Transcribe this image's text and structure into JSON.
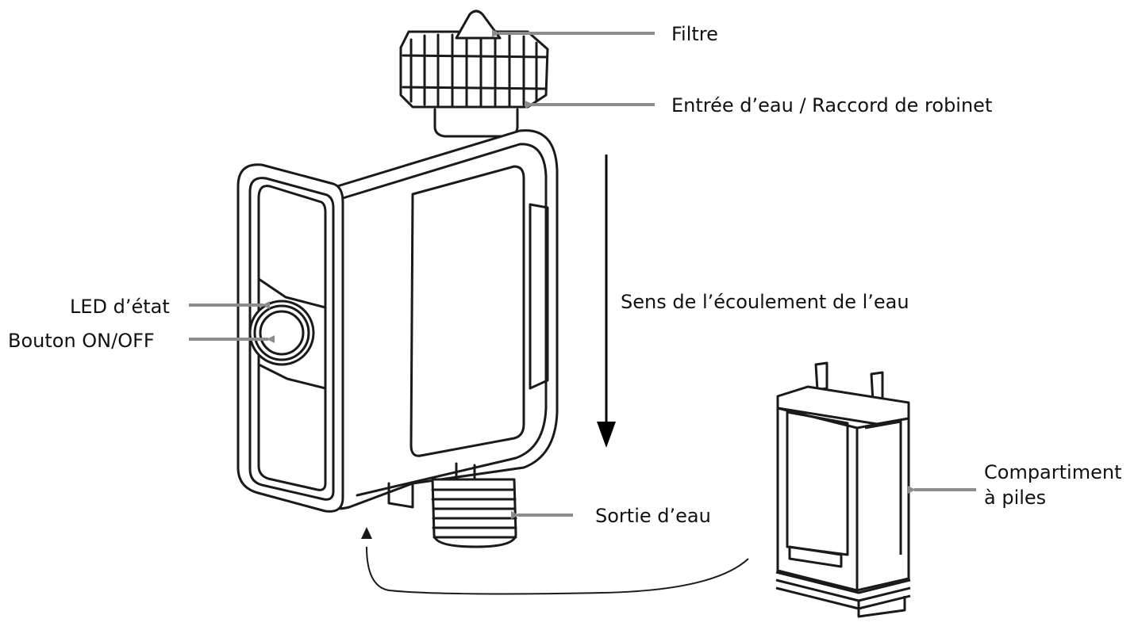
{
  "labels": {
    "filter": "Filtre",
    "water_inlet": "Entrée d’eau / Raccord de robinet",
    "flow_direction": "Sens de l’écoulement de l’eau",
    "status_led": "LED d’état",
    "power_button": "Bouton ON/OFF",
    "water_outlet": "Sortie d’eau",
    "battery_compartment_line1": "Compartiment",
    "battery_compartment_line2": "à piles"
  },
  "colors": {
    "outline": "#1a1a1a",
    "pointer_arrow": "#8c8c8c",
    "flow_arrow": "#000000",
    "background": "#ffffff"
  }
}
